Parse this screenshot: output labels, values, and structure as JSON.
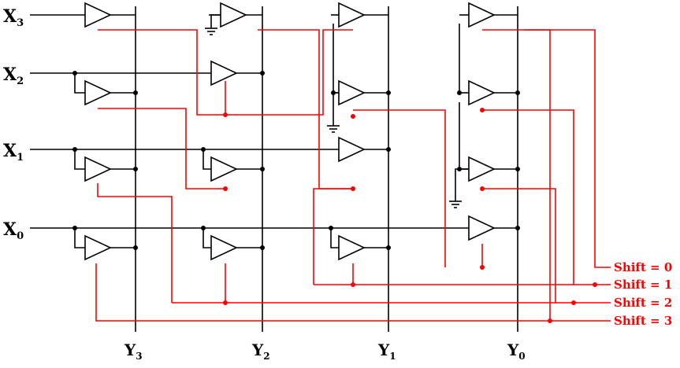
{
  "inputs": [
    {
      "name": "X",
      "sub": "3"
    },
    {
      "name": "X",
      "sub": "2"
    },
    {
      "name": "X",
      "sub": "1"
    },
    {
      "name": "X",
      "sub": "0"
    }
  ],
  "outputs": [
    {
      "name": "Y",
      "sub": "3"
    },
    {
      "name": "Y",
      "sub": "2"
    },
    {
      "name": "Y",
      "sub": "1"
    },
    {
      "name": "Y",
      "sub": "0"
    }
  ],
  "shift_lines": [
    {
      "label": "Shift = 0"
    },
    {
      "label": "Shift = 1"
    },
    {
      "label": "Shift = 2"
    },
    {
      "label": "Shift = 3"
    }
  ],
  "colors": {
    "wire": "#000000",
    "control": "#ff0000",
    "background": "#ffffff"
  }
}
